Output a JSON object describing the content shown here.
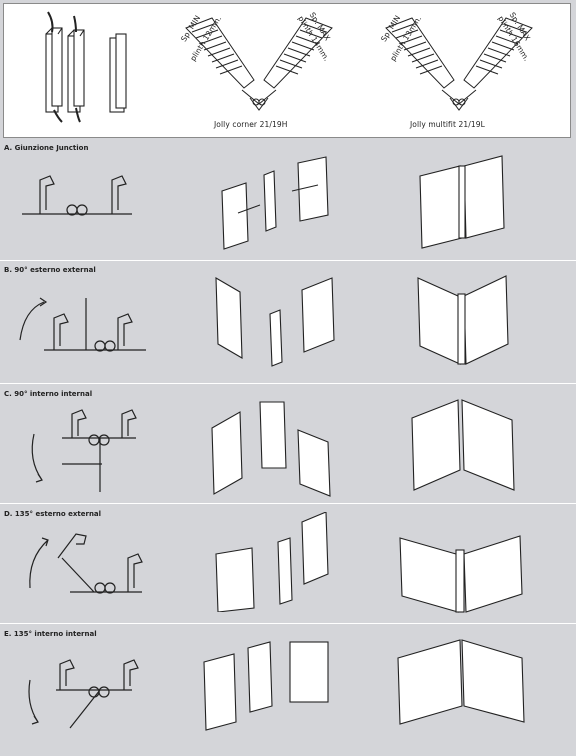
{
  "colors": {
    "background": "#d4d5d9",
    "panel": "#ffffff",
    "line": "#222222"
  },
  "top": {
    "left_caption": "Jolly corner 21/19H",
    "right_caption": "Jolly multifit 21/19L",
    "left_min_label": "Sp. MIN",
    "left_min_sub": "plinth 12mm.",
    "left_max_label": "Sp. MAX",
    "left_max_sub": "plinth 14mm.",
    "right_min_label": "Sp. MIN",
    "right_min_sub": "plinth 13mm.",
    "right_max_label": "Sp. MAX",
    "right_max_sub": "plinth 16mm."
  },
  "sections": [
    {
      "label": "A.  Giunzione  Junction"
    },
    {
      "label": "B.  90° esterno  external"
    },
    {
      "label": "C.  90° interno  internal"
    },
    {
      "label": "D.  135° esterno  external"
    },
    {
      "label": "E.  135° interno  internal"
    }
  ]
}
